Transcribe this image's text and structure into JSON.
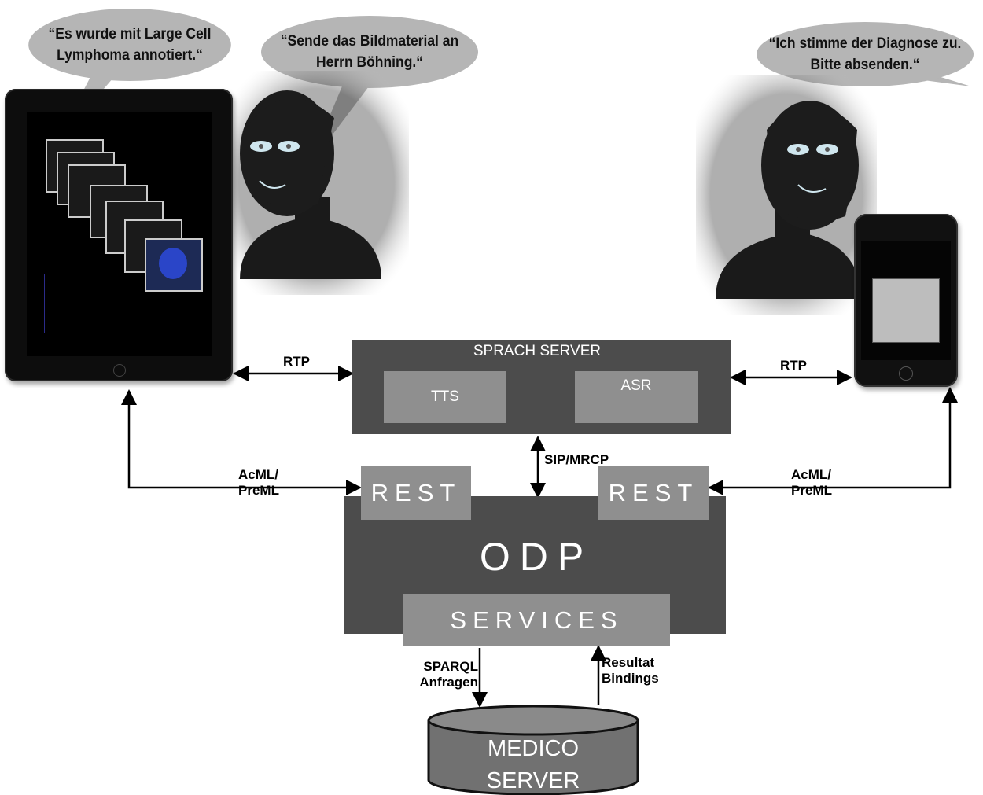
{
  "bubbles": {
    "left_line1": "“Es wurde mit Large Cell",
    "left_line2": "Lymphoma annotiert.“",
    "middle_line1": "“Sende das Bildmaterial an",
    "middle_line2": "Herrn Böhning.“",
    "right_line1": "“Ich stimme der Diagnose zu.",
    "right_line2": "Bitte absenden.“"
  },
  "sprach_server": {
    "title": "SPRACH SERVER",
    "tts": "TTS",
    "asr": "ASR"
  },
  "odp": {
    "title": "ODP",
    "rest_left": "REST",
    "rest_right": "REST",
    "services": "SERVICES"
  },
  "medico": {
    "line1": "MEDICO",
    "line2": "SERVER"
  },
  "connections": {
    "rtp_left": "RTP",
    "rtp_right": "RTP",
    "sip_mrcp": "SIP/MRCP",
    "acml_left_1": "AcML/",
    "acml_left_2": "PreML",
    "acml_right_1": "AcML/",
    "acml_right_2": "PreML",
    "sparql_1": "SPARQL",
    "sparql_2": "Anfragen",
    "result_1": "Resultat",
    "result_2": "Bindings"
  },
  "colors": {
    "box": "#4c4c4c",
    "subbox": "#8f8f8f",
    "bubble": "#b5b5b5",
    "line": "#000000"
  }
}
